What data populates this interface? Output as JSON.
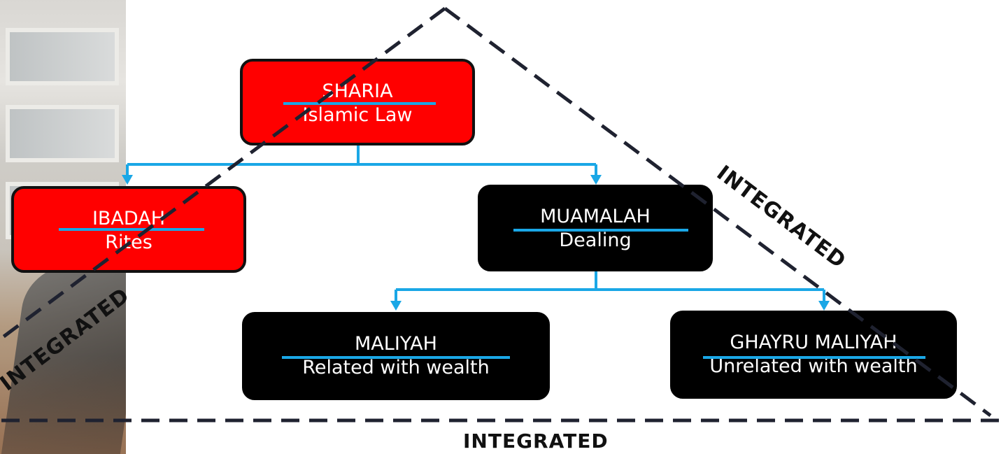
{
  "nodes": {
    "sharia": {
      "title": "SHARIA",
      "subtitle": "Islamic Law"
    },
    "ibadah": {
      "title": "IBADAH",
      "subtitle": "Rites"
    },
    "muamalah": {
      "title": "MUAMALAH",
      "subtitle": "Dealing"
    },
    "maliyah": {
      "title": "MALIYAH",
      "subtitle": "Related with wealth"
    },
    "ghayru": {
      "title": "GHAYRU MALIYAH",
      "subtitle": "Unrelated with wealth"
    }
  },
  "labels": {
    "right_slope": "INTEGRATED",
    "left_slope": "INTEGRATED",
    "bottom": "INTEGRATED"
  },
  "colors": {
    "red_box": "#ff0000",
    "black_box": "#000000",
    "connector": "#1aa7e6",
    "dashed_line": "#1f2230"
  }
}
